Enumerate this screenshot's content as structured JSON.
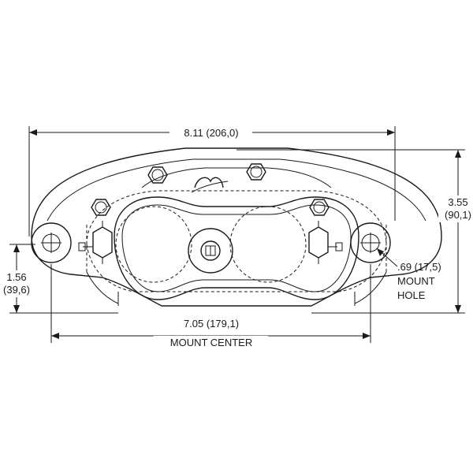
{
  "diagram": {
    "dimensions": {
      "overall_width": "8.11 (206,0)",
      "height_value": "3.55",
      "height_metric": "(90,1)",
      "mount_offset_value": "1.56",
      "mount_offset_metric": "(39,6)",
      "mount_center_value": "7.05 (179,1)",
      "mount_center_label": "MOUNT CENTER",
      "hole_value": ".69 (17,5)",
      "hole_label_1": "MOUNT",
      "hole_label_2": "HOLE"
    },
    "colors": {
      "line": "#1a1a1a",
      "background": "#ffffff"
    }
  }
}
